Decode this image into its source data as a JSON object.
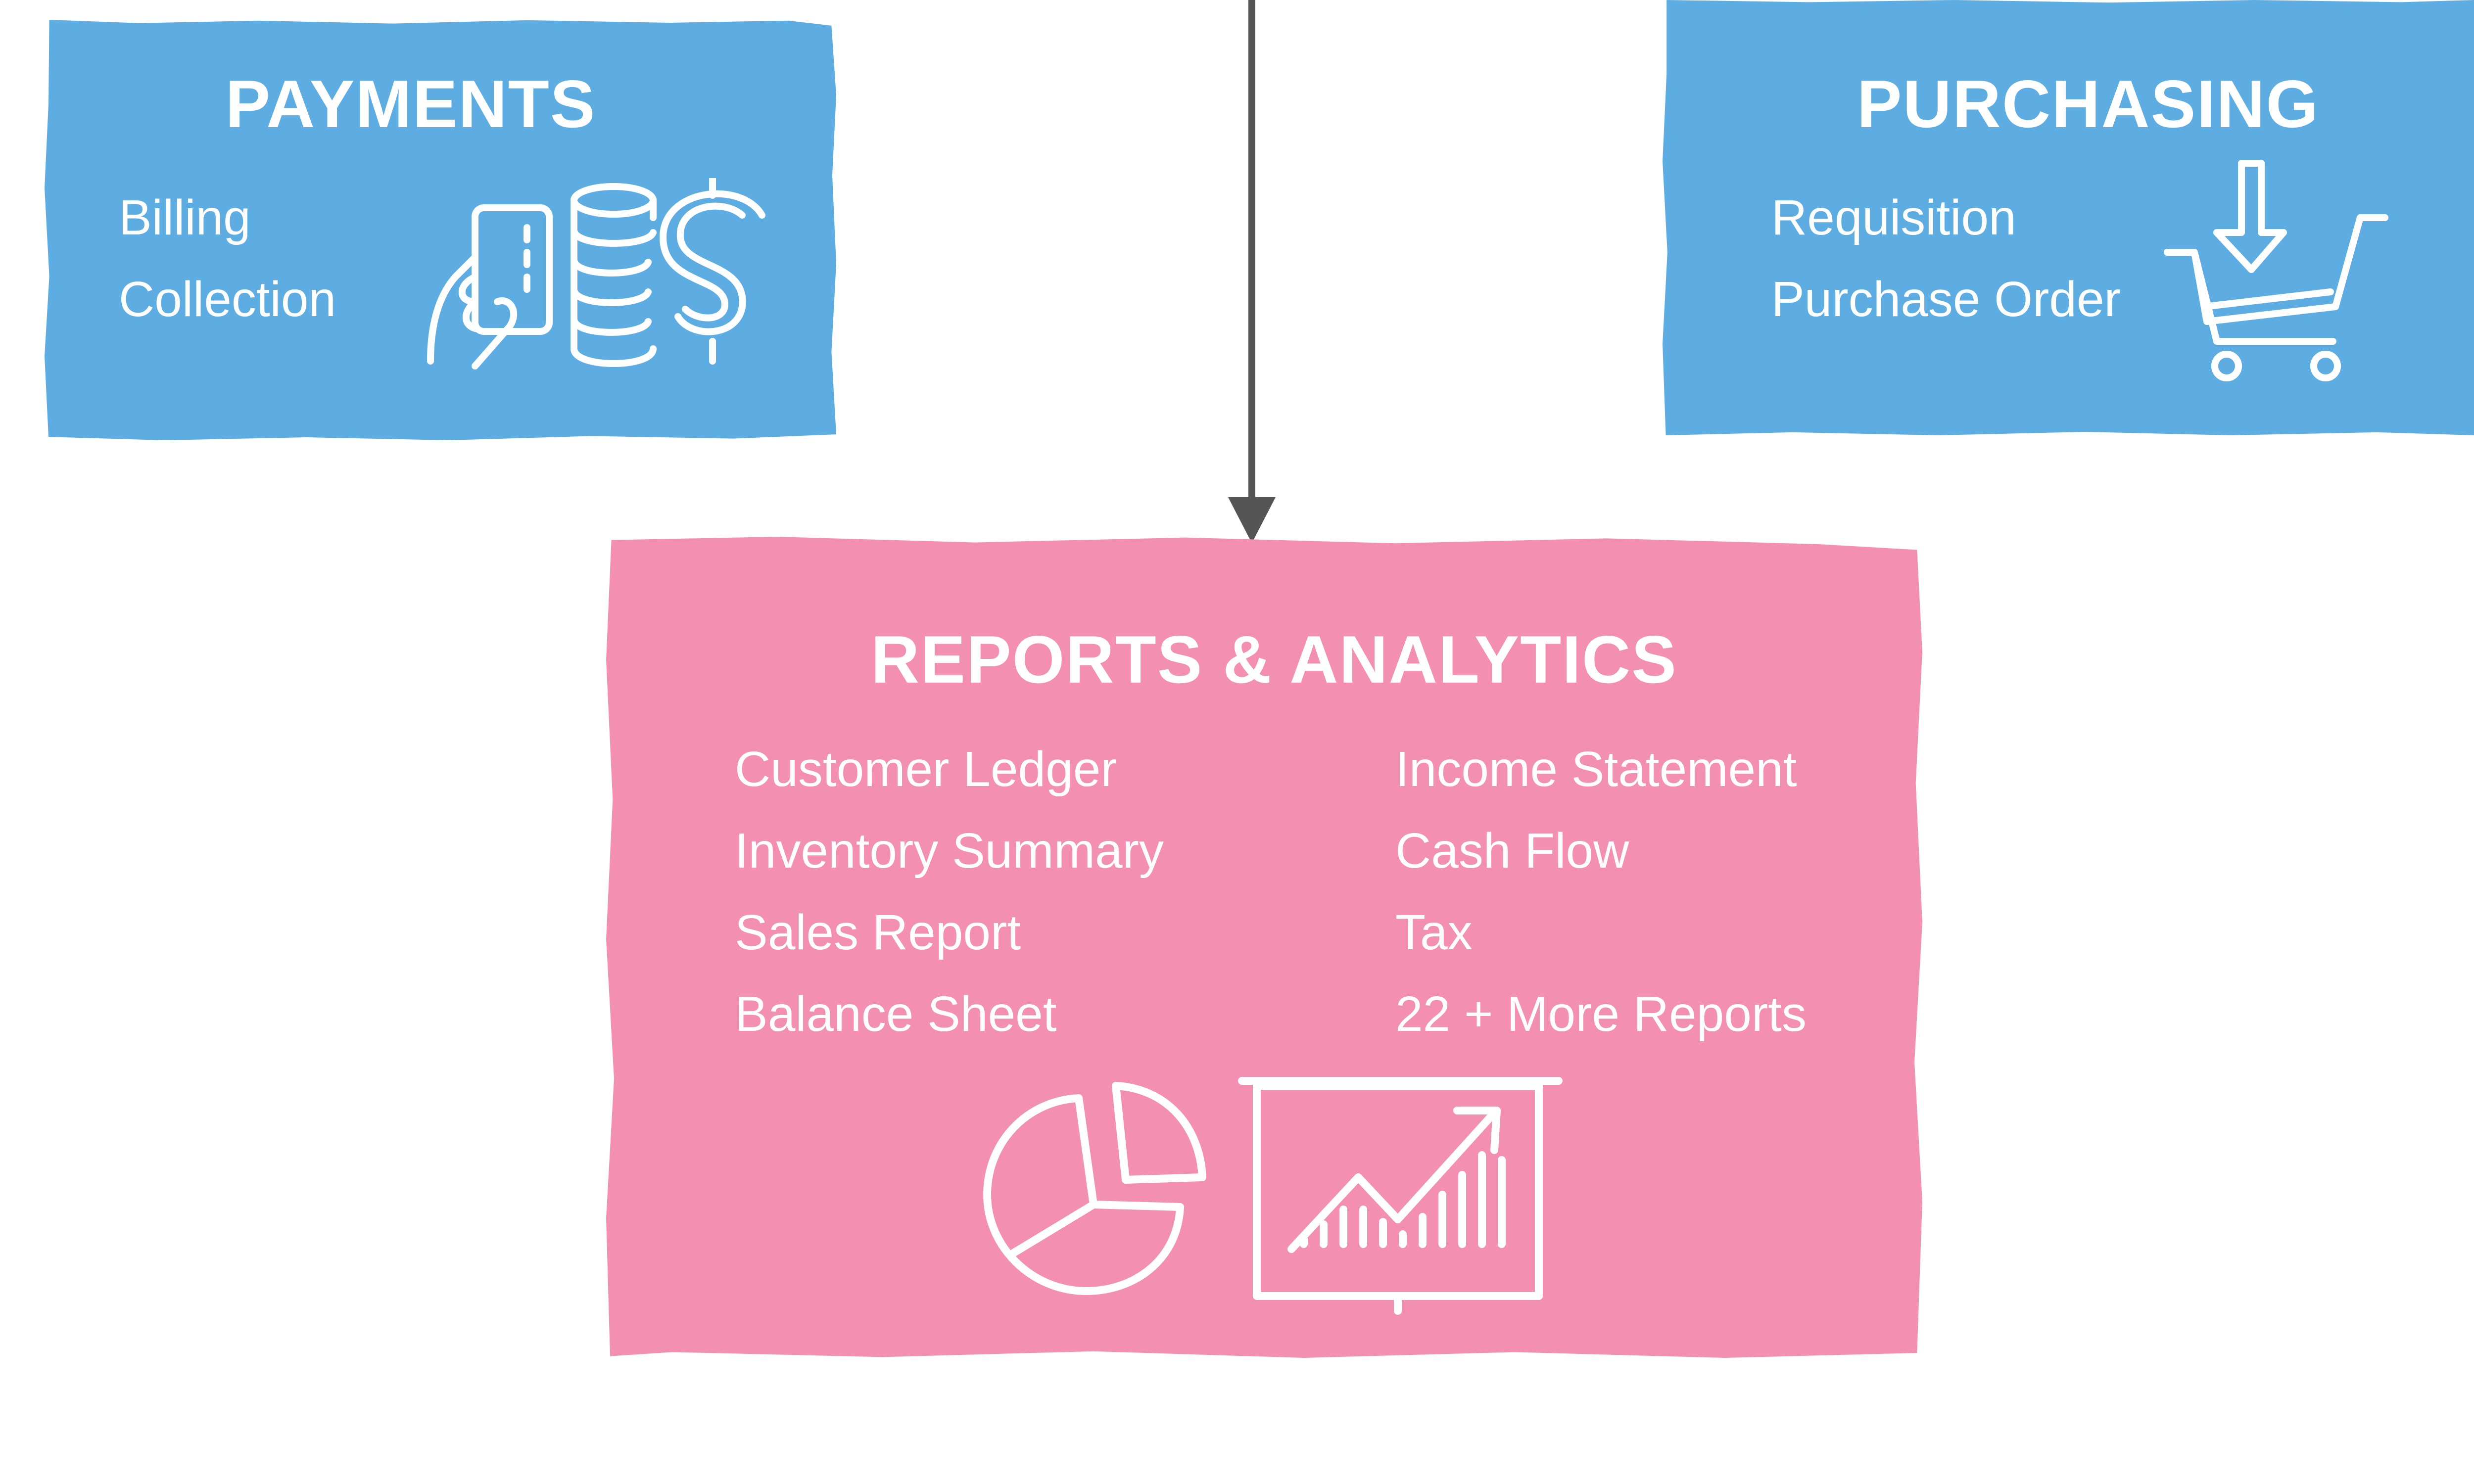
{
  "colors": {
    "payments_box": "#5dade2",
    "purchasing_box": "#5dade2",
    "reports_box": "#f38fb0",
    "connector": "#555555",
    "text": "#ffffff"
  },
  "payments": {
    "title": "PAYMENTS",
    "items": [
      "Billing",
      "Collection"
    ],
    "icons": [
      "hand-holding-card-icon",
      "coin-stack-dollar-icon"
    ]
  },
  "purchasing": {
    "title": "PURCHASING",
    "items": [
      "Requisition",
      "Purchase Order"
    ],
    "icons": [
      "shopping-cart-download-icon"
    ]
  },
  "reports": {
    "title": "REPORTS & ANALYTICS",
    "left_items": [
      "Customer Ledger",
      "Inventory Summary",
      "Sales Report",
      "Balance Sheet"
    ],
    "right_items": [
      "Income Statement",
      "Cash Flow",
      "Tax",
      "22 + More Reports"
    ],
    "icons": [
      "pie-chart-icon",
      "presentation-board-growth-chart-icon"
    ]
  }
}
